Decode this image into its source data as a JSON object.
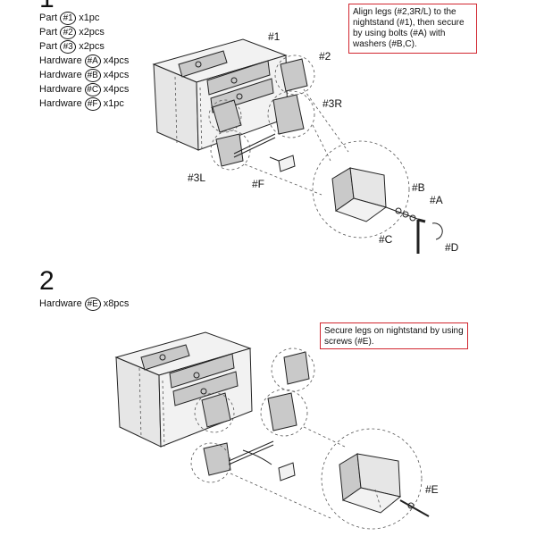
{
  "step1": {
    "number": "1",
    "parts": [
      {
        "prefix": "Part",
        "code": "#1",
        "qty": "x1pc"
      },
      {
        "prefix": "Part",
        "code": "#2",
        "qty": "x2pcs"
      },
      {
        "prefix": "Part",
        "code": "#3",
        "qty": "x2pcs"
      },
      {
        "prefix": "Hardware",
        "code": "#A",
        "qty": "x4pcs"
      },
      {
        "prefix": "Hardware",
        "code": "#B",
        "qty": "x4pcs"
      },
      {
        "prefix": "Hardware",
        "code": "#C",
        "qty": "x4pcs"
      },
      {
        "prefix": "Hardware",
        "code": "#F",
        "qty": "x1pc"
      }
    ],
    "note": "Align legs (#2,3R/L) to the nightstand (#1), then secure by using bolts (#A) with washers (#B,C).",
    "callouts": {
      "part1": "#1",
      "part2": "#2",
      "part3r": "#3R",
      "part3l": "#3L",
      "hwF": "#F",
      "hwB": "#B",
      "hwA": "#A",
      "hwC": "#C",
      "hwD": "#D"
    }
  },
  "step2": {
    "number": "2",
    "hardware": {
      "prefix": "Hardware",
      "code": "#E",
      "qty": "x8pcs"
    },
    "note": "Secure legs on nightstand by using screws (#E).",
    "callouts": {
      "hwE": "#E"
    }
  }
}
